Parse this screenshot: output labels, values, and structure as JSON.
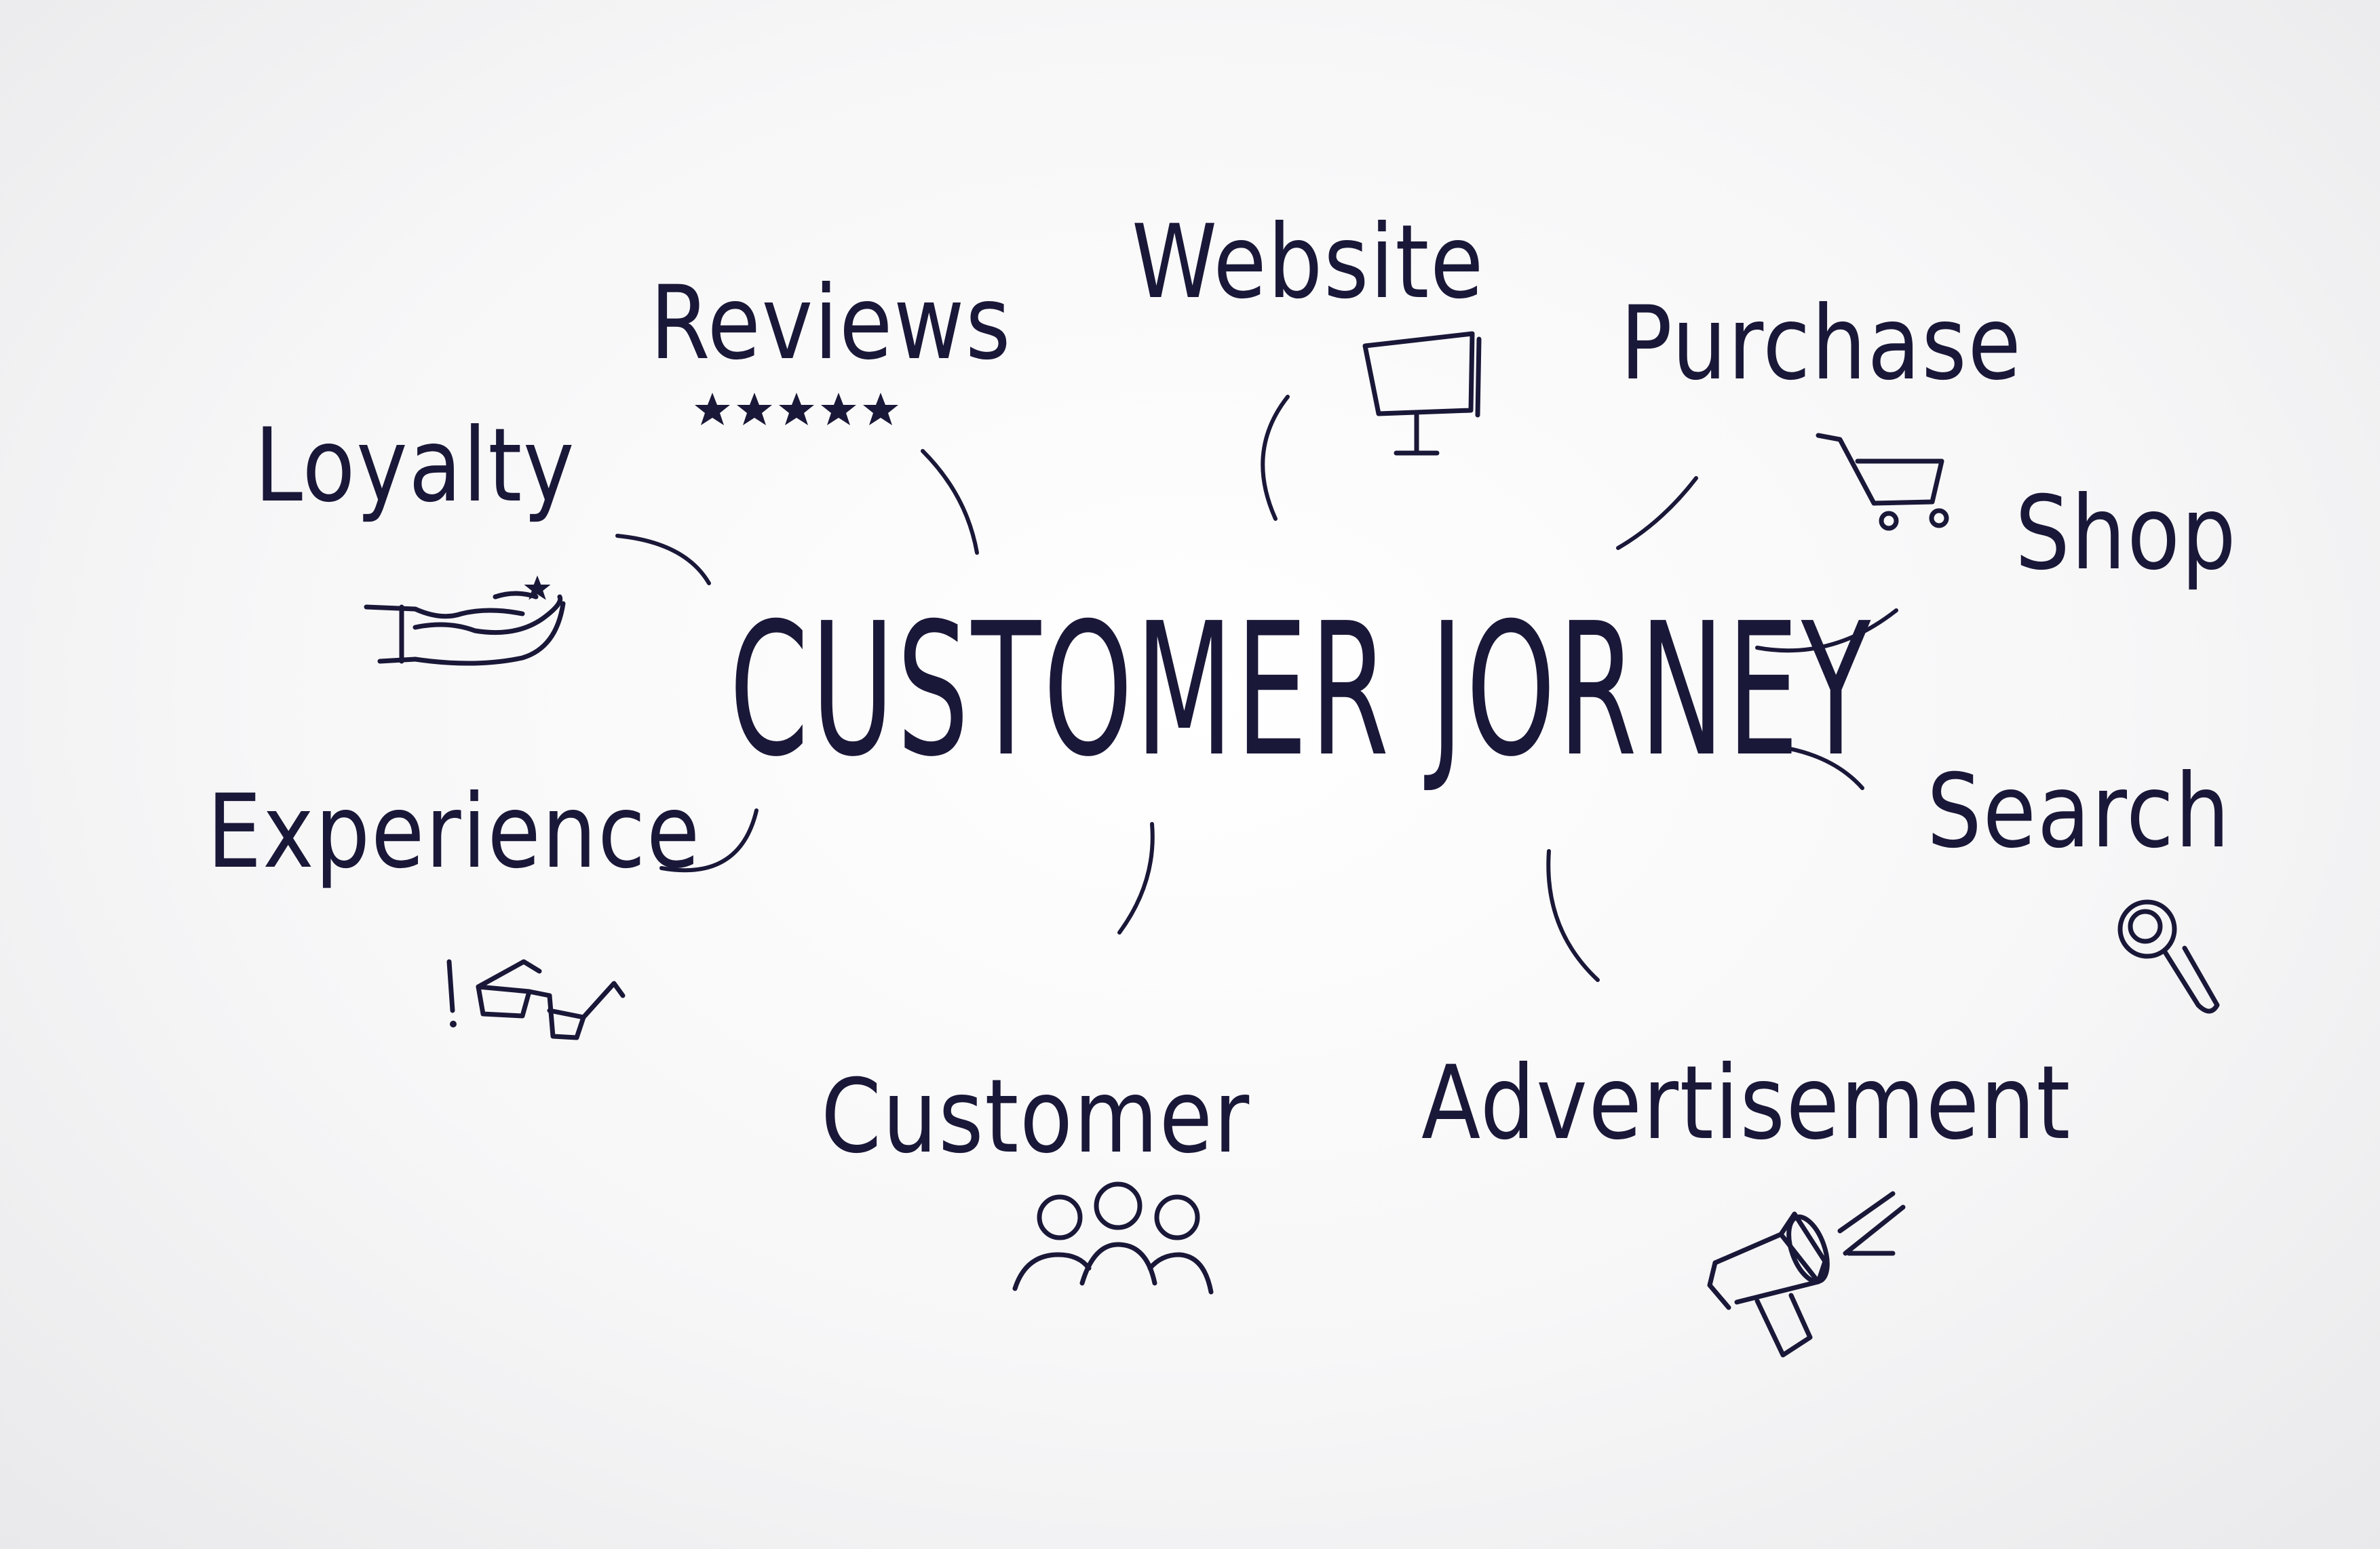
{
  "diagram": {
    "title": "CUSTOMER JORNEY",
    "ink_color": "#1a1838",
    "background_color": "#f4f4f5",
    "nodes": [
      {
        "id": "reviews",
        "label": "Reviews",
        "icon": "five-stars-icon"
      },
      {
        "id": "website",
        "label": "Website",
        "icon": "monitor-icon"
      },
      {
        "id": "purchase",
        "label": "Purchase",
        "icon": "shopping-cart-icon"
      },
      {
        "id": "loyalty",
        "label": "Loyalty",
        "icon": "hand-with-star-icon"
      },
      {
        "id": "shop",
        "label": "Shop",
        "icon": ""
      },
      {
        "id": "experience",
        "label": "Experience",
        "icon": "glasses-icon"
      },
      {
        "id": "search",
        "label": "Search",
        "icon": "magnifier-icon"
      },
      {
        "id": "customer",
        "label": "Customer",
        "icon": "people-group-icon"
      },
      {
        "id": "advertisement",
        "label": "Advertisement",
        "icon": "megaphone-icon"
      }
    ]
  }
}
